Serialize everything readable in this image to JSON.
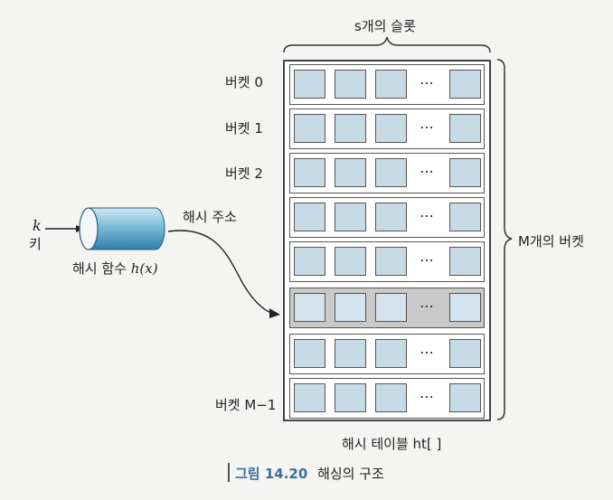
{
  "diagram": {
    "top_label": "s개의 슬롯",
    "right_label": "M개의 버켓",
    "bucket_labels": [
      "버켓 0",
      "버켓 1",
      "버켓 2",
      "",
      "",
      "",
      "",
      "버켓 M−1"
    ],
    "highlighted_bucket_index": 5,
    "slot_ellipsis": "⋯",
    "key_symbol": "k",
    "key_label": "키",
    "hash_function_label": "해시 함수",
    "hash_function_math": "h(x)",
    "hash_address_label": "해시 주소",
    "table_label": "해시 테이블 ht[ ]"
  },
  "caption": {
    "figure_label": "그림 14.20",
    "title": "해싱의 구조"
  },
  "colors": {
    "slot_fill": "#c7dbe6",
    "cylinder_fill": "#5aa4c8",
    "highlight_row": "#c9c9c9"
  }
}
